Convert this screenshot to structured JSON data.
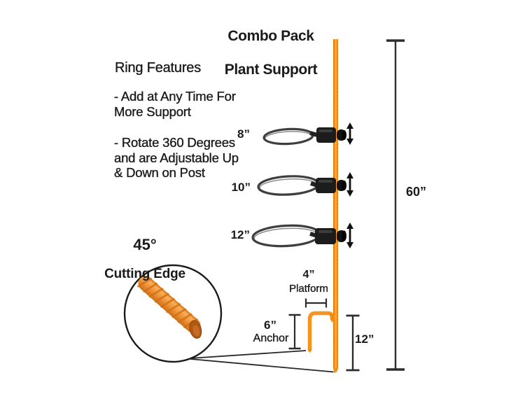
{
  "title": {
    "line1": "Combo Pack",
    "line2": "Plant Support"
  },
  "ring_features": {
    "heading": "Ring Features",
    "bullet1": "- Add  at Any Time For\nMore Support",
    "bullet2": "- Rotate 360 Degrees\nand are Adjustable Up\n& Down on Post"
  },
  "cutting_edge": {
    "angle": "45°",
    "label": "Cutting Edge"
  },
  "rings": [
    {
      "size": "8”"
    },
    {
      "size": "10”"
    },
    {
      "size": "12”"
    }
  ],
  "measurements": {
    "post_height": "60”",
    "platform_size": "4”",
    "platform_label": "Platform",
    "anchor_size": "6”",
    "anchor_label": "Anchor",
    "below_ground": "12”"
  },
  "icons": {
    "adjust": "up-down-arrow-icon",
    "magnifier": "magnifier-circle"
  },
  "colors": {
    "post_orange": "#f7941e",
    "post_orange_dark": "#d97a08",
    "cut_face_brown": "#b25911",
    "wire_gray": "#3f3f3f",
    "clamp_black": "#1c1c1c",
    "text_black": "#1a1a1a",
    "measure_gray": "#2d2d2d"
  }
}
